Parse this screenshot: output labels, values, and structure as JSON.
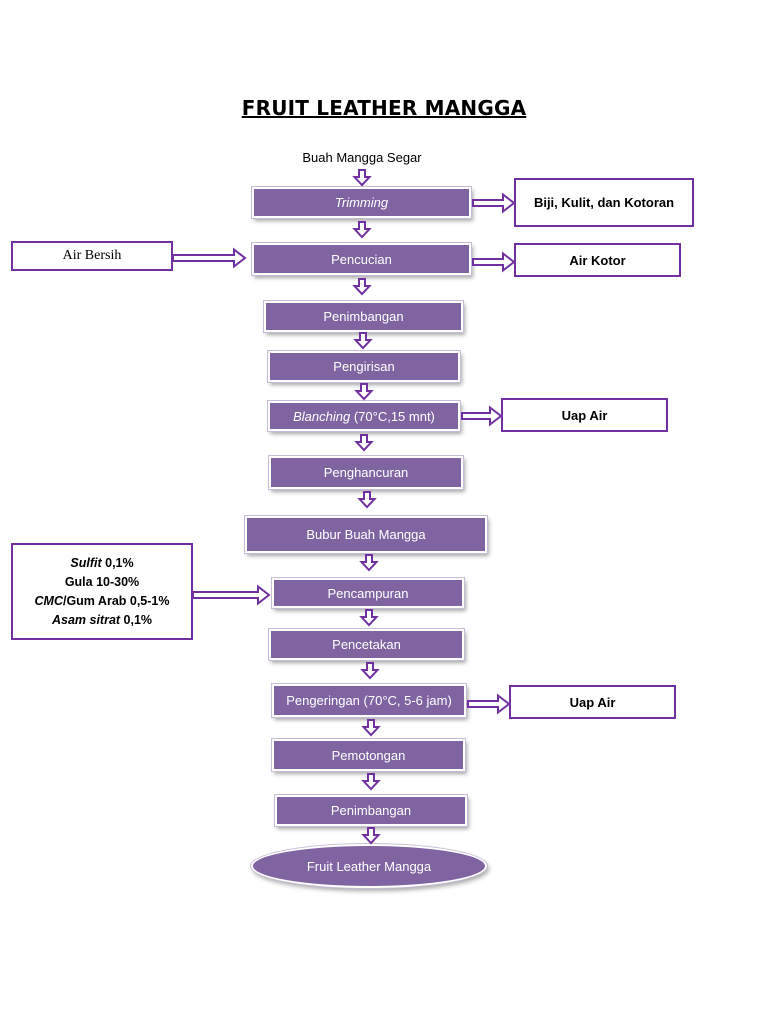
{
  "title": "FRUIT LEATHER MANGGA",
  "start_label": "Buah Mangga Segar",
  "steps": {
    "trimming": "Trimming",
    "pencucian": "Pencucian",
    "penimbangan1": "Penimbangan",
    "pengirisan": "Pengirisan",
    "blanching_term": "Blanching",
    "blanching_params": " (70°C,15 mnt)",
    "penghancuran": "Penghancuran",
    "bubur": "Bubur Buah Mangga",
    "pencampuran": "Pencampuran",
    "pencetakan": "Pencetakan",
    "pengeringan": "Pengeringan (70°C, 5-6 jam)",
    "pemotongan": "Pemotongan",
    "penimbangan2": "Penimbangan",
    "product": "Fruit Leather Mangga"
  },
  "side_boxes": {
    "biji": "Biji, Kulit, dan Kotoran",
    "air_kotor": "Air Kotor",
    "air_bersih": "Air Bersih",
    "uap_air_1": "Uap Air",
    "uap_air_2": "Uap Air"
  },
  "additives": {
    "sulfit_name": "Sulfit",
    "sulfit_amount": " 0,1%",
    "gula": "Gula 10-30%",
    "cmc_name": "CMC",
    "cmc_rest": "/Gum Arab 0,5-1%",
    "asam_name": "Asam sitrat",
    "asam_amount": " 0,1%"
  },
  "colors": {
    "step_fill": "#8064a2",
    "arrow_and_border": "#7030a0"
  }
}
